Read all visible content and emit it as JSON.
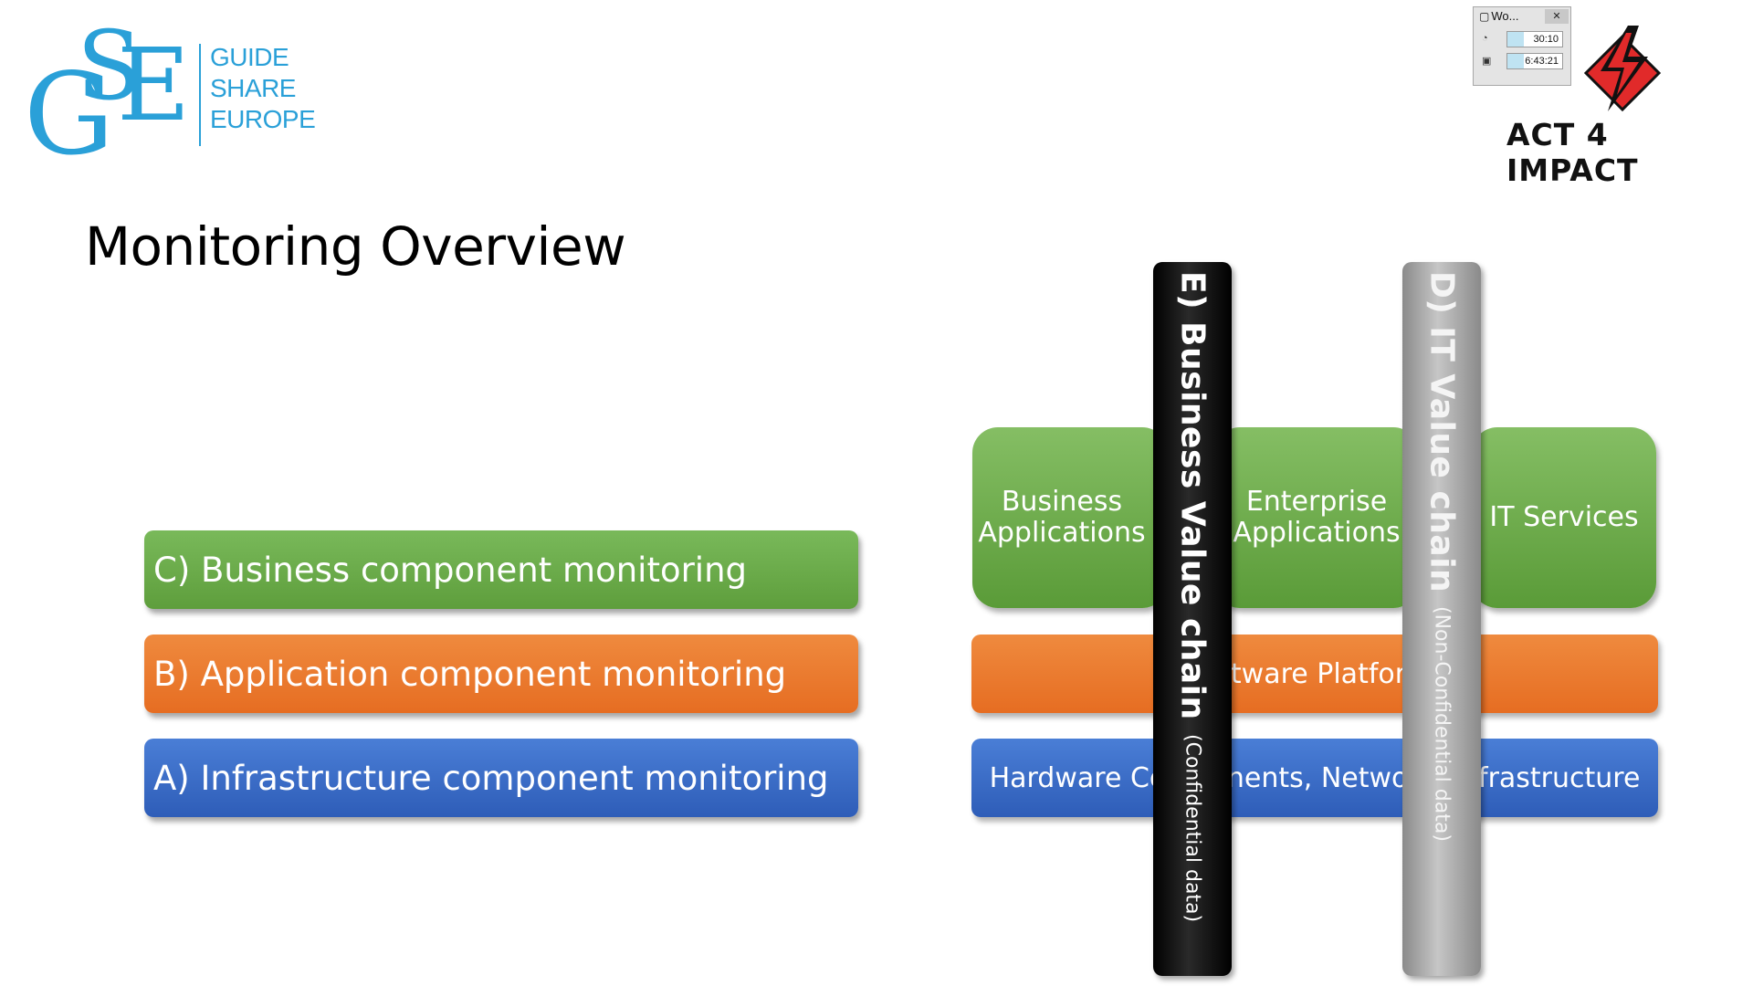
{
  "logo_gse": {
    "letters": [
      "G",
      "S",
      "E"
    ],
    "words": [
      "GUIDE",
      "SHARE",
      "EUROPE"
    ],
    "color": "#2aa0d8"
  },
  "timer_window": {
    "title": "Wo...",
    "close": "✕",
    "rows": [
      {
        "icon": "clock-icon",
        "value": "30:10"
      },
      {
        "icon": "counter-icon",
        "value": "6:43:21"
      }
    ]
  },
  "logo_act4impact": {
    "text": "ACT 4 IMPACT",
    "colors": {
      "red": "#e12a2a",
      "dark": "#111111"
    }
  },
  "slide": {
    "title": "Monitoring Overview"
  },
  "levels": [
    {
      "label": "C) Business component monitoring",
      "color": "#6aab4a"
    },
    {
      "label": "B) Application component monitoring",
      "color": "#ea7a30"
    },
    {
      "label": "A) Infrastructure component monitoring",
      "color": "#3b6cc8"
    }
  ],
  "diagram": {
    "tiles": [
      {
        "label": "Business Applications"
      },
      {
        "label": "Enterprise Applications"
      },
      {
        "label": "IT Services"
      }
    ],
    "layers": [
      {
        "label": "Software Platform",
        "visible_label": "tware Platfor"
      },
      {
        "label": "Hardware Components, Network, Infrastructure",
        "visible_label": "Hardware Components, Network, Infrastructure"
      }
    ],
    "pillars": [
      {
        "title": "E) Business Value chain",
        "note": "(Confidential data)",
        "color": "#000000"
      },
      {
        "title": "D) IT Value chain",
        "note": "(Non-Confidential data)",
        "color": "#a8a8a8"
      }
    ]
  }
}
